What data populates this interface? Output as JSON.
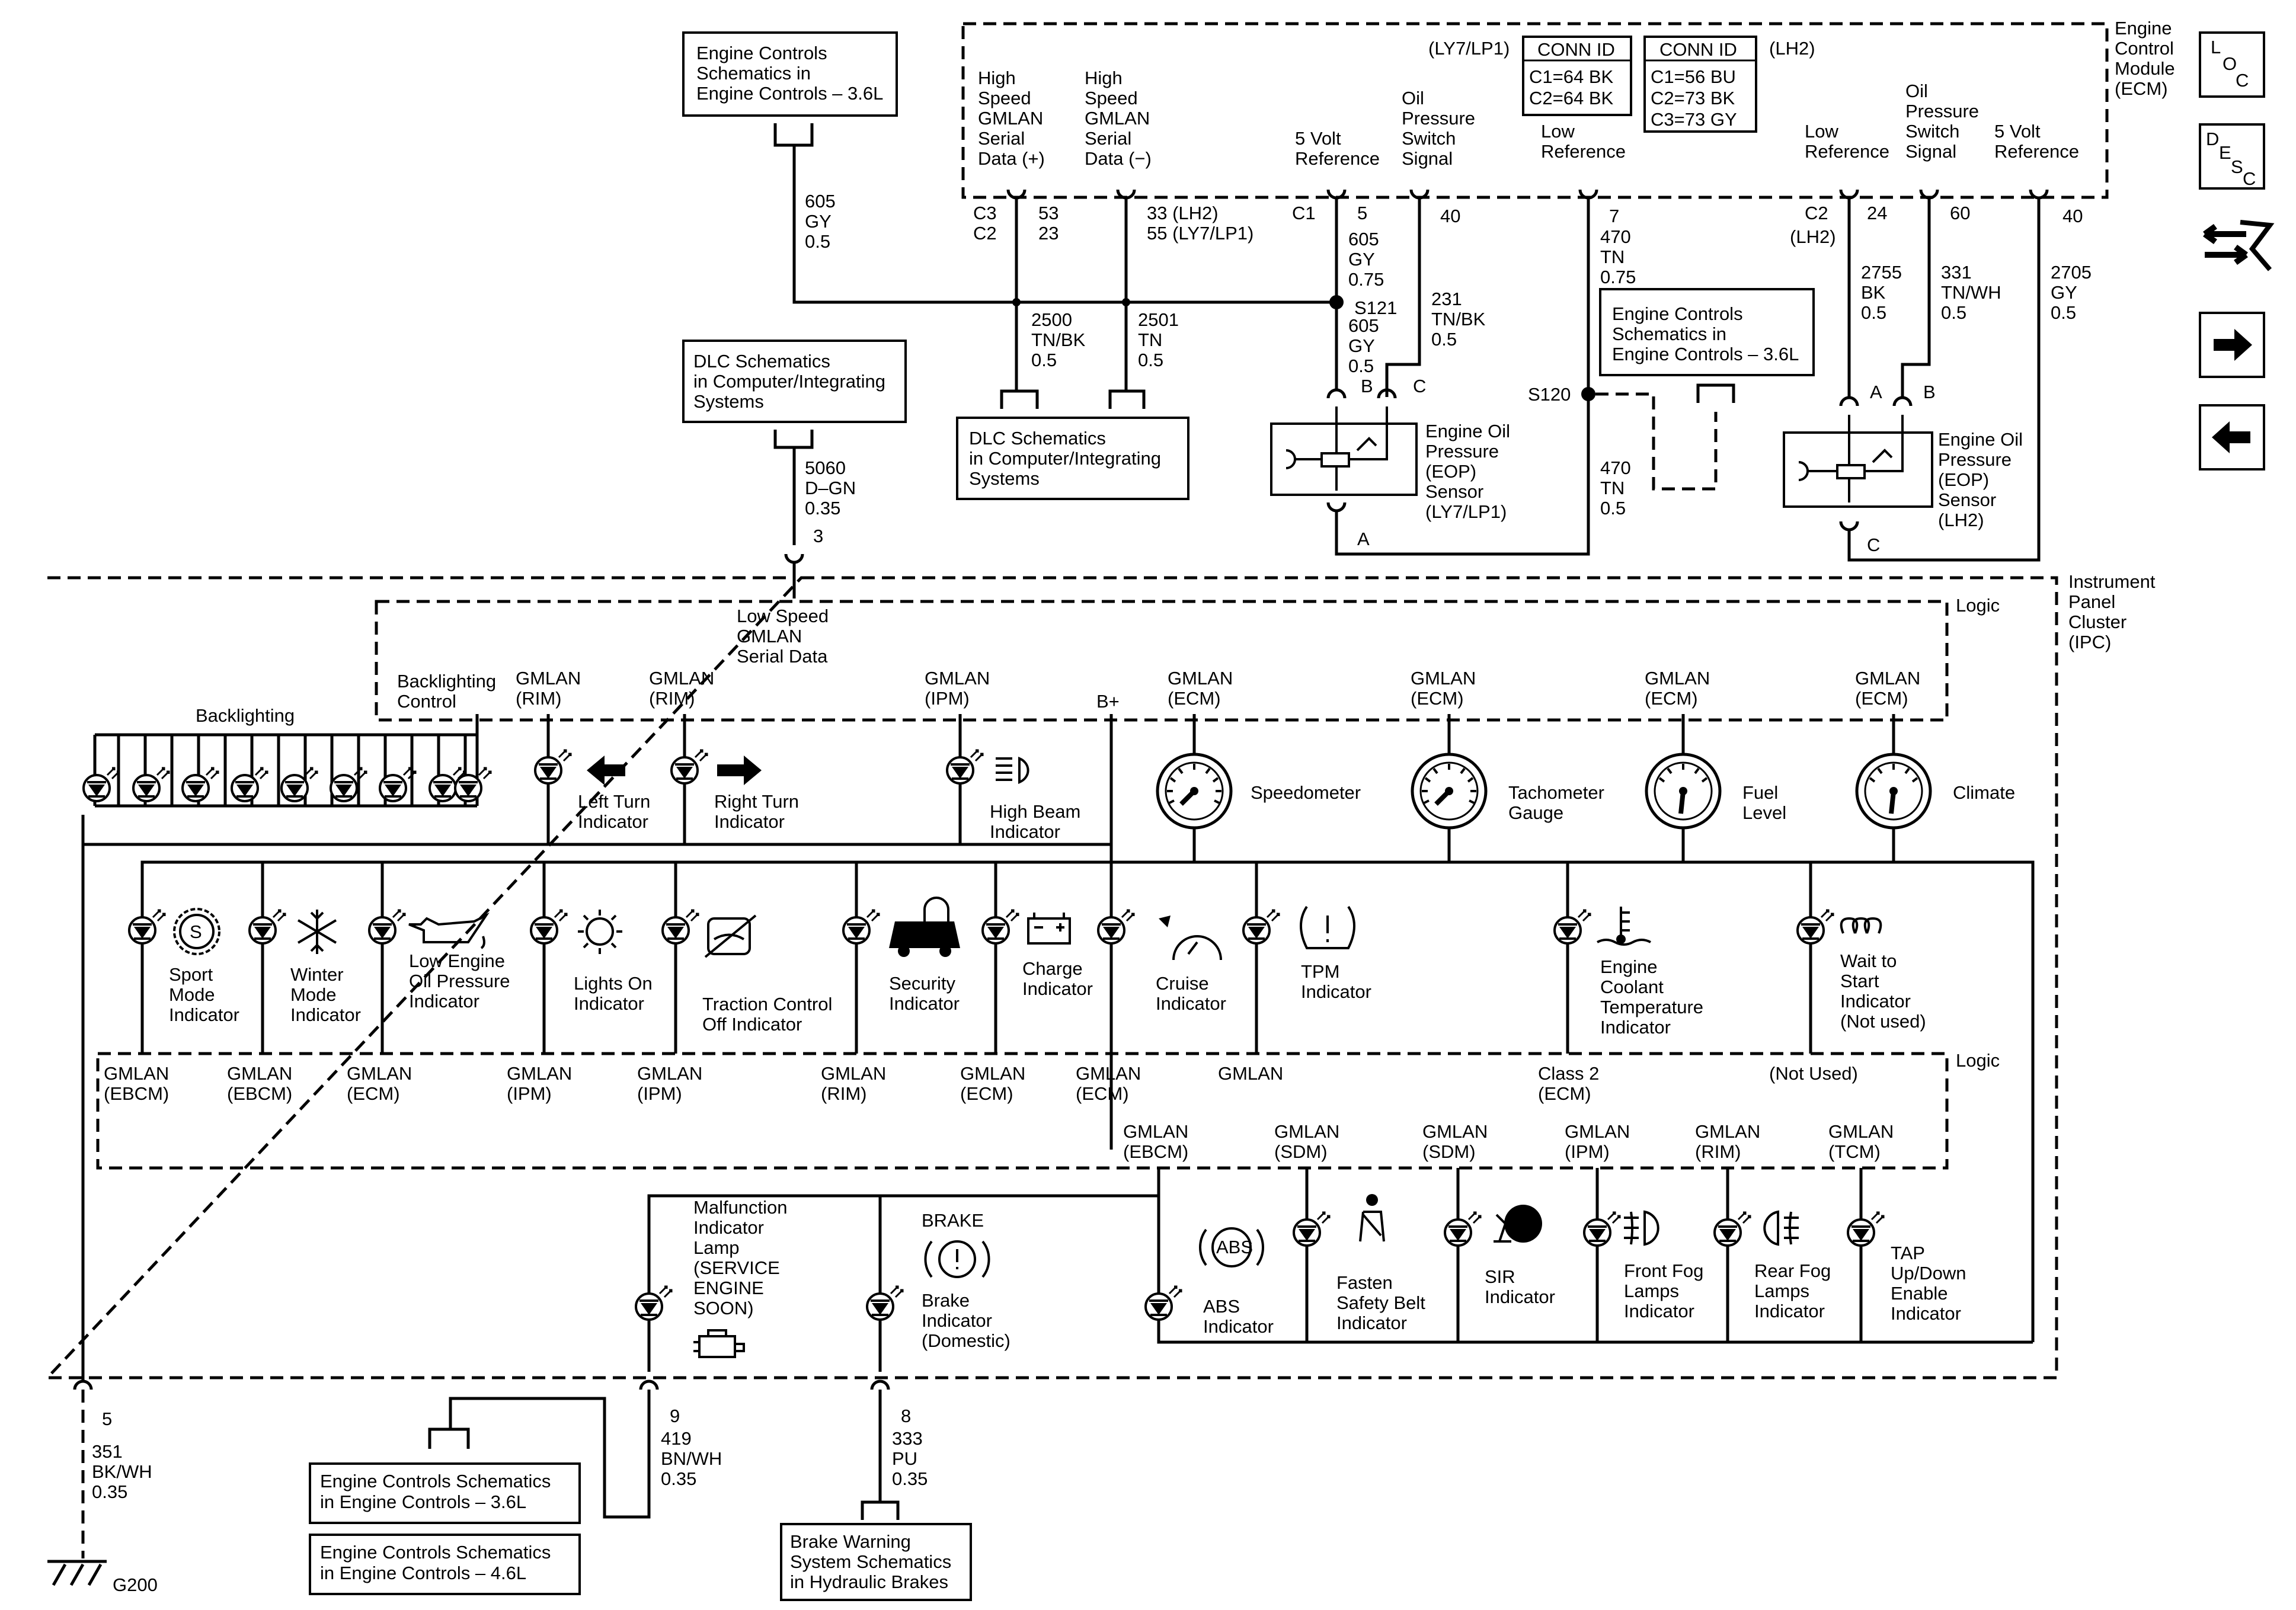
{
  "ecm": {
    "title_lines": [
      "Engine",
      "Control",
      "Module",
      "(ECM)"
    ],
    "variant_left": "(LY7/LP1)",
    "variant_right": "(LH2)",
    "conn_id_left": {
      "title": "CONN ID",
      "lines": [
        "C1=64 BK",
        "C2=64 BK"
      ]
    },
    "conn_id_right": {
      "title": "CONN ID",
      "lines": [
        "C1=56 BU",
        "C2=73 BK",
        "C3=73 GY"
      ]
    },
    "pin_labels": [
      {
        "lines": [
          "High",
          "Speed",
          "GMLAN",
          "Serial",
          "Data (+)"
        ]
      },
      {
        "lines": [
          "High",
          "Speed",
          "GMLAN",
          "Serial",
          "Data (−)"
        ]
      },
      {
        "lines": [
          "5 Volt",
          "Reference"
        ]
      },
      {
        "lines": [
          "Oil",
          "Pressure",
          "Switch",
          "Signal"
        ]
      },
      {
        "lines": [
          "Low",
          "Reference"
        ]
      },
      {
        "lines": [
          "Low",
          "Reference"
        ]
      },
      {
        "lines": [
          "Oil",
          "Pressure",
          "Switch",
          "Signal"
        ]
      },
      {
        "lines": [
          "5 Volt",
          "Reference"
        ]
      }
    ]
  },
  "nav_buttons": [
    {
      "label_top": "L",
      "label_mid": "O",
      "label_bot": "C"
    },
    {
      "label_top": "D",
      "label_mid": "E",
      "label_sub": "S",
      "label_bot": "C"
    }
  ],
  "refs": [
    {
      "lines": [
        "Engine Controls",
        "Schematics in",
        "Engine Controls – 3.6L"
      ]
    },
    {
      "lines": [
        "DLC Schematics",
        "in Computer/Integrating",
        "Systems"
      ]
    },
    {
      "lines": [
        "DLC Schematics",
        "in Computer/Integrating",
        "Systems"
      ]
    },
    {
      "lines": [
        "Engine Controls",
        "Schematics in",
        "Engine Controls – 3.6L"
      ]
    },
    {
      "lines": [
        "Engine Controls Schematics",
        "in Engine Controls – 3.6L"
      ]
    },
    {
      "lines": [
        "Engine Controls Schematics",
        "in Engine Controls – 4.6L"
      ]
    },
    {
      "lines": [
        "Brake Warning",
        "System Schematics",
        "in Hydraulic Brakes"
      ]
    }
  ],
  "wires": [
    {
      "lines": [
        "605",
        "GY",
        "0.5"
      ]
    },
    {
      "lines": [
        "2500",
        "TN/BK",
        "0.5"
      ]
    },
    {
      "lines": [
        "2501",
        "TN",
        "0.5"
      ]
    },
    {
      "lines": [
        "605",
        "GY",
        "0.75"
      ]
    },
    {
      "lines": [
        "605",
        "GY",
        "0.5"
      ]
    },
    {
      "lines": [
        "231",
        "TN/BK",
        "0.5"
      ]
    },
    {
      "lines": [
        "470",
        "TN",
        "0.75"
      ]
    },
    {
      "lines": [
        "470",
        "TN",
        "0.5"
      ]
    },
    {
      "lines": [
        "2755",
        "BK",
        "0.5"
      ]
    },
    {
      "lines": [
        "331",
        "TN/WH",
        "0.5"
      ]
    },
    {
      "lines": [
        "2705",
        "GY",
        "0.5"
      ]
    },
    {
      "lines": [
        "5060",
        "D–GN",
        "0.35"
      ]
    },
    {
      "lines": [
        "351",
        "BK/WH",
        "0.35"
      ]
    },
    {
      "lines": [
        "419",
        "BN/WH",
        "0.35"
      ]
    },
    {
      "lines": [
        "333",
        "PU",
        "0.35"
      ]
    }
  ],
  "pins": {
    "c3": "C3",
    "c2": "C2",
    "p53": "53",
    "p23": "23",
    "p33": "33 (LH2)",
    "p55": "55 (LY7/LP1)",
    "c1": "C1",
    "p5": "5",
    "p40a": "40",
    "p7": "7",
    "c2r": "C2",
    "lh2": "(LH2)",
    "p24": "24",
    "p60": "60",
    "p40b": "40",
    "s121": "S121",
    "s120": "S120",
    "pb1": "B",
    "pc1": "C",
    "pa1": "A",
    "pa2": "A",
    "pb2": "B",
    "pc2": "C",
    "p3": "3",
    "p5b": "5",
    "p9": "9",
    "p8": "8"
  },
  "sensors": [
    {
      "lines": [
        "Engine Oil",
        "Pressure",
        "(EOP)",
        "Sensor",
        "(LY7/LP1)"
      ]
    },
    {
      "lines": [
        "Engine Oil",
        "Pressure",
        "(EOP)",
        "Sensor",
        "(LH2)"
      ]
    }
  ],
  "ipc": {
    "title_lines": [
      "Instrument",
      "Panel",
      "Cluster",
      "(IPC)"
    ],
    "logic": "Logic",
    "logic2": "Logic",
    "low_speed_lines": [
      "Low Speed",
      "GMLAN",
      "Serial Data"
    ],
    "backlighting": "Backlighting",
    "backlighting_control": [
      "Backlighting",
      "Control"
    ],
    "b_plus": "B+",
    "ground": "G200"
  },
  "top_sources": [
    {
      "lines": [
        "GMLAN",
        "(RIM)"
      ]
    },
    {
      "lines": [
        "GMLAN",
        "(RIM)"
      ]
    },
    {
      "lines": [
        "GMLAN",
        "(IPM)"
      ]
    },
    {
      "lines": [
        "GMLAN",
        "(ECM)"
      ]
    },
    {
      "lines": [
        "GMLAN",
        "(ECM)"
      ]
    },
    {
      "lines": [
        "GMLAN",
        "(ECM)"
      ]
    },
    {
      "lines": [
        "GMLAN",
        "(ECM)"
      ]
    }
  ],
  "top_indicators": [
    {
      "lines": [
        "Left Turn",
        "Indicator"
      ]
    },
    {
      "lines": [
        "Right Turn",
        "Indicator"
      ]
    },
    {
      "lines": [
        "High Beam",
        "Indicator"
      ]
    }
  ],
  "gauges": [
    {
      "lines": [
        "Speedometer"
      ]
    },
    {
      "lines": [
        "Tachometer",
        "Gauge"
      ]
    },
    {
      "lines": [
        "Fuel",
        "Level"
      ]
    },
    {
      "lines": [
        "Climate"
      ]
    }
  ],
  "mid_indicators": [
    {
      "lines": [
        "Sport",
        "Mode",
        "Indicator"
      ],
      "icon_text": "S"
    },
    {
      "lines": [
        "Winter",
        "Mode",
        "Indicator"
      ]
    },
    {
      "lines": [
        "Low Engine",
        "Oil Pressure",
        "Indicator"
      ]
    },
    {
      "lines": [
        "Lights On",
        "Indicator"
      ]
    },
    {
      "lines": [
        "Traction Control",
        "Off Indicator"
      ]
    },
    {
      "lines": [
        "Security",
        "Indicator"
      ]
    },
    {
      "lines": [
        "Charge",
        "Indicator"
      ]
    },
    {
      "lines": [
        "Cruise",
        "Indicator"
      ]
    },
    {
      "lines": [
        "TPM",
        "Indicator"
      ]
    },
    {
      "lines": [
        "Engine",
        "Coolant",
        "Temperature",
        "Indicator"
      ]
    },
    {
      "lines": [
        "Wait to",
        "Start",
        "Indicator",
        "(Not used)"
      ]
    }
  ],
  "mid_sources": [
    {
      "lines": [
        "GMLAN",
        "(EBCM)"
      ]
    },
    {
      "lines": [
        "GMLAN",
        "(EBCM)"
      ]
    },
    {
      "lines": [
        "GMLAN",
        "(ECM)"
      ]
    },
    {
      "lines": [
        "GMLAN",
        "(IPM)"
      ]
    },
    {
      "lines": [
        "GMLAN",
        "(IPM)"
      ]
    },
    {
      "lines": [
        "GMLAN",
        "(RIM)"
      ]
    },
    {
      "lines": [
        "GMLAN",
        "(ECM)"
      ]
    },
    {
      "lines": [
        "GMLAN",
        "(ECM)"
      ]
    },
    {
      "lines": [
        "GMLAN"
      ]
    },
    {
      "lines": [
        "Class 2",
        "(ECM)"
      ]
    },
    {
      "lines": [
        "(Not Used)"
      ]
    }
  ],
  "low_sources": [
    {
      "lines": [
        "GMLAN",
        "(EBCM)"
      ]
    },
    {
      "lines": [
        "GMLAN",
        "(SDM)"
      ]
    },
    {
      "lines": [
        "GMLAN",
        "(SDM)"
      ]
    },
    {
      "lines": [
        "GMLAN",
        "(IPM)"
      ]
    },
    {
      "lines": [
        "GMLAN",
        "(RIM)"
      ]
    },
    {
      "lines": [
        "GMLAN",
        "(TCM)"
      ]
    }
  ],
  "low_indicators": [
    {
      "lines": [
        "Malfunction",
        "Indicator",
        "Lamp",
        "(SERVICE",
        "ENGINE",
        "SOON)"
      ]
    },
    {
      "lines": [
        "Brake",
        "Indicator",
        "(Domestic)"
      ],
      "icon_text": "BRAKE"
    },
    {
      "lines": [
        "ABS",
        "Indicator"
      ],
      "icon_text": "ABS"
    },
    {
      "lines": [
        "Fasten",
        "Safety Belt",
        "Indicator"
      ]
    },
    {
      "lines": [
        "SIR",
        "Indicator"
      ]
    },
    {
      "lines": [
        "Front Fog",
        "Lamps",
        "Indicator"
      ]
    },
    {
      "lines": [
        "Rear Fog",
        "Lamps",
        "Indicator"
      ]
    },
    {
      "lines": [
        "TAP",
        "Up/Down",
        "Enable",
        "Indicator"
      ]
    }
  ]
}
